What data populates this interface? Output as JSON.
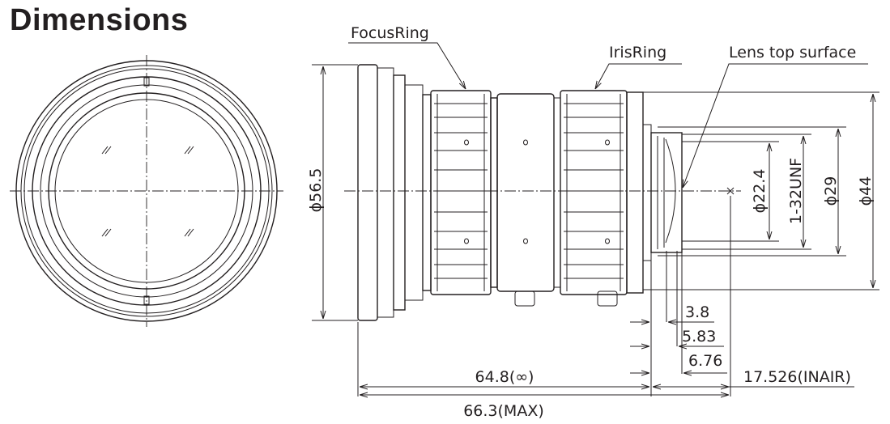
{
  "page": {
    "title": "Dimensions"
  },
  "labels": {
    "focus_ring": "FocusRing",
    "iris_ring": "IrisRing",
    "lens_top_surface": "Lens top surface"
  },
  "dimensions": {
    "d_56_5": "ϕ56.5",
    "d_22_4": "ϕ22.4",
    "thread": "1-32UNF",
    "d_29": "ϕ29",
    "d_44": "ϕ44",
    "d_3_8": "3.8",
    "d_5_83": "5.83",
    "d_6_76": "6.76",
    "d_64_8": "64.8(∞)",
    "d_17_526": "17.526(INAIR)",
    "d_66_3": "66.3(MAX)"
  }
}
